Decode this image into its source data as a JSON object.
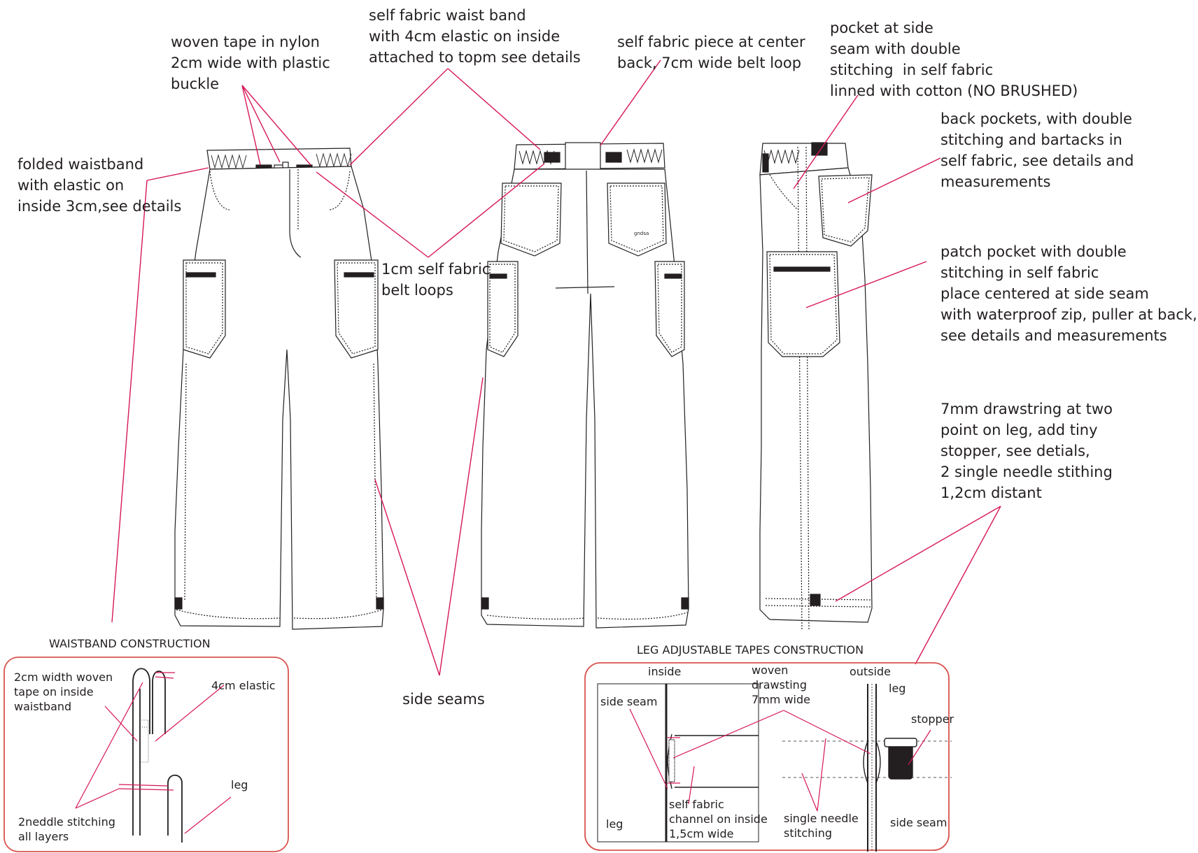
{
  "callouts": {
    "woven_tape": "woven tape in nylon\n2cm wide with plastic\nbuckle",
    "waist_band": "self fabric waist band\nwith 4cm elastic on inside\nattached to topm see details",
    "center_back": "self fabric piece at center\nback, 7cm wide belt loop",
    "side_pocket": "pocket at side\nseam with double\nstitching  in self fabric\nlinned with cotton (NO BRUSHED)",
    "back_pockets": "back pockets, with double\nstitching and bartacks in\nself fabric, see details and\nmeasurements",
    "folded_waistband": "folded waistband\nwith elastic on\ninside 3cm,see details",
    "belt_loops": "1cm self fabric\nbelt loops",
    "patch_pocket": "patch pocket with double\nstitching in self fabric\nplace centered at side seam\nwith waterproof zip, puller at back,\nsee details and measurements",
    "drawstring": "7mm drawstring at two\npoint on leg, add tiny\nstopper, see detials,\n2 single needle stithing\n1,2cm distant",
    "side_seams": "side seams"
  },
  "waistband_box": {
    "title": "WAISTBAND CONSTRUCTION",
    "tape": "2cm width woven\ntape on inside\nwaistband",
    "elastic": "4cm elastic",
    "leg": "leg",
    "stitching": "2neddle stitching\nall layers"
  },
  "leg_box": {
    "title": "LEG ADJUSTABLE TAPES CONSTRUCTION",
    "inside": "inside",
    "woven": "woven\ndrawsting\n7mm wide",
    "outside": "outside",
    "side_seam_left": "side seam",
    "leg_right": "leg",
    "stopper": "stopper",
    "leg_left": "leg",
    "channel": "self fabric\nchannel on inside\n1,5cm wide",
    "single_needle": "single needle\nstitching",
    "side_seam_right": "side seam"
  },
  "pocket_label": "gndsa",
  "colors": {
    "callout_line": "#d6175a",
    "box_border": "#d9534f",
    "ink": "#231f20"
  }
}
